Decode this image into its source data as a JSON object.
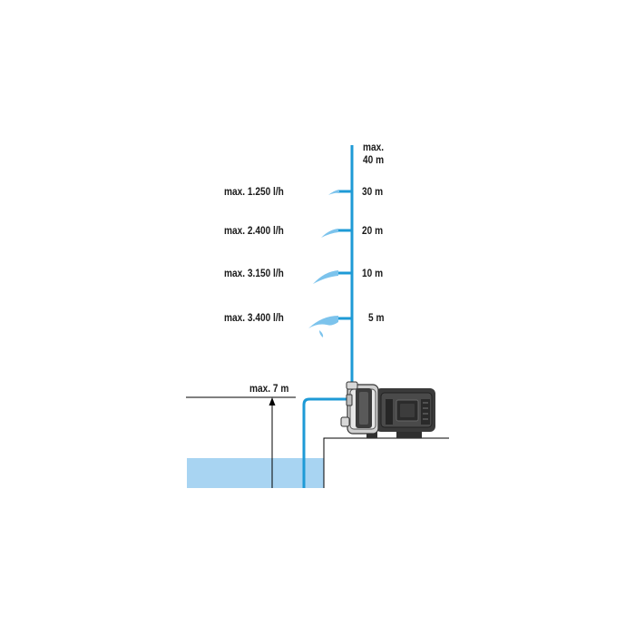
{
  "max_height_label": {
    "line1": "max.",
    "line2": "40 m"
  },
  "outlets": [
    {
      "height": "30 m",
      "flow": "max. 1.250 l/h"
    },
    {
      "height": "20 m",
      "flow": "max. 2.400 l/h"
    },
    {
      "height": "10 m",
      "flow": "max. 3.150 l/h"
    },
    {
      "height": "5 m",
      "flow": "max. 3.400 l/h"
    }
  ],
  "suction_label": "max. 7 m",
  "colors": {
    "pipe": "#1e9ad6",
    "water": "#a8d4f2",
    "spray": "#7cc3ec",
    "pump_body": "#3a3a3a",
    "line": "#000000"
  }
}
